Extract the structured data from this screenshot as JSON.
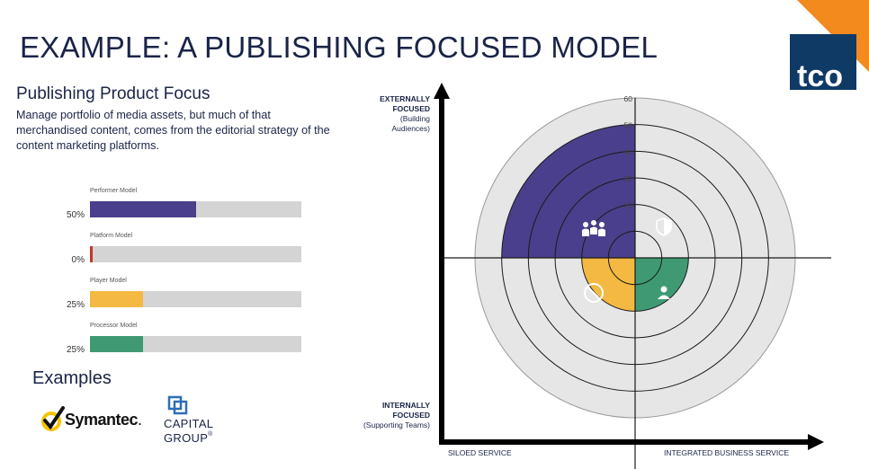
{
  "title": "EXAMPLE: A PUBLISHING FOCUSED MODEL",
  "brand": {
    "logo_text": "tco",
    "navy": "#0f3a66",
    "orange": "#f28a1e"
  },
  "subhead": "Publishing Product Focus",
  "description": "Manage portfolio of media assets, but much of that merchandised content, comes from the editorial strategy of the content marketing platforms.",
  "models": [
    {
      "name": "Performer Model",
      "pct_label": "50%",
      "value": 0.5,
      "color": "#4a3f8c"
    },
    {
      "name": "Platform Model",
      "pct_label": "0%",
      "value": 0.0,
      "color": "#c0392b"
    },
    {
      "name": "Player Model",
      "pct_label": "25%",
      "value": 0.25,
      "color": "#f4b942"
    },
    {
      "name": "Processor Model",
      "pct_label": "25%",
      "value": 0.25,
      "color": "#3f9a74"
    }
  ],
  "examples_heading": "Examples",
  "examples": {
    "symantec": "Symantec",
    "symantec_suffix": ".",
    "capital_line1": "CAPITAL",
    "capital_line2": "GROUP",
    "capital_reg": "®"
  },
  "axes": {
    "y_top_line1": "EXTERNALLY",
    "y_top_line2": "FOCUSED",
    "y_top_line3": "(Building",
    "y_top_line4": "Audiences)",
    "y_bottom_line1": "INTERNALLY",
    "y_bottom_line2": "FOCUSED",
    "y_bottom_line3": "(Supporting Teams)",
    "x_left": "SILOED SERVICE",
    "x_right": "INTEGRATED BUSINESS SERVICE"
  },
  "chart_data": {
    "type": "polar-area",
    "radial_ticks": [
      20,
      30,
      40,
      50,
      60
    ],
    "rmax": 60,
    "tick_labels": [
      "20",
      "30",
      "40",
      "50",
      "60"
    ],
    "quadrants": [
      {
        "quadrant": "top-left",
        "model": "Performer Model",
        "value": 50,
        "color": "#4a3f8c",
        "icon": "people-group-icon"
      },
      {
        "quadrant": "top-right",
        "model": "Platform Model",
        "value": 0,
        "color": "#c0392b",
        "icon": "shield-icon"
      },
      {
        "quadrant": "bottom-left",
        "model": "Player Model",
        "value": 20,
        "color": "#f4b942",
        "icon": "no-entry-icon"
      },
      {
        "quadrant": "bottom-right",
        "model": "Processor Model",
        "value": 20,
        "color": "#3f9a74",
        "icon": "person-icon"
      }
    ],
    "grid": true,
    "background_color": "#e6e6e6"
  }
}
